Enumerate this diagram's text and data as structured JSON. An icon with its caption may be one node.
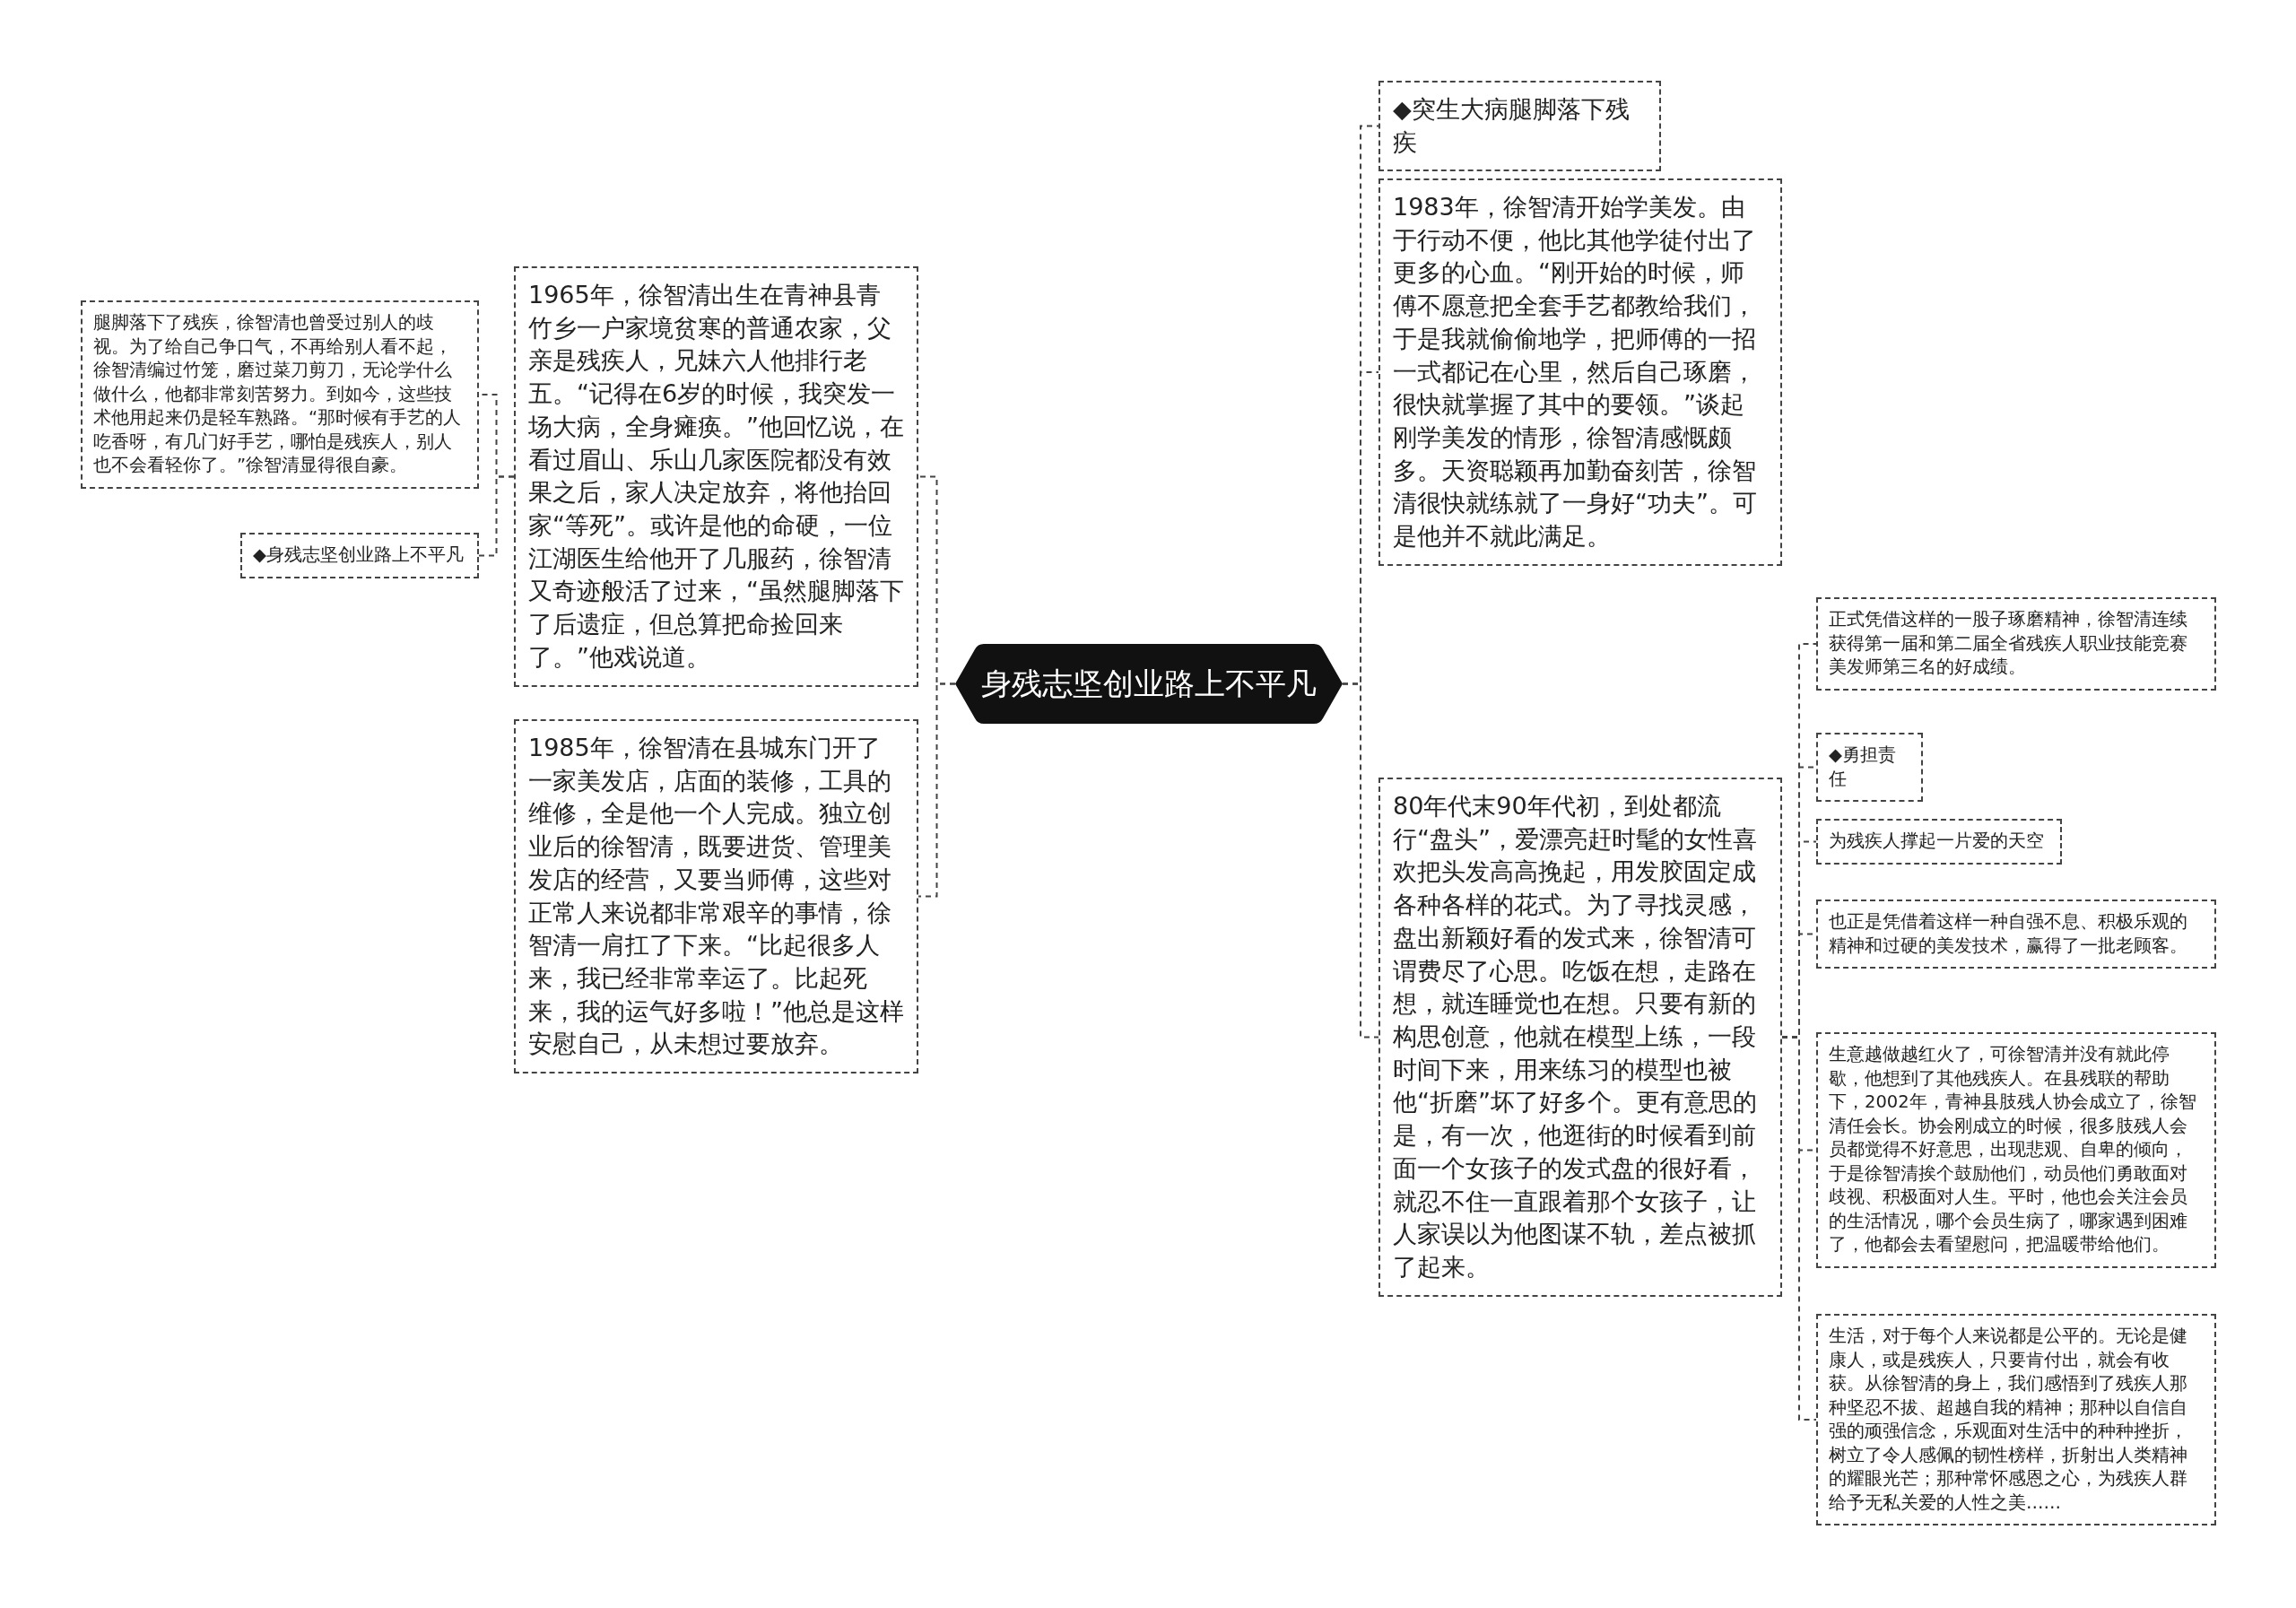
{
  "diagram": {
    "nodes": [
      {
        "text": [
          "身残志坚创业路上不平凡"
        ]
      },
      {
        "text": [
          "1965年，徐智清出生在青神县青竹乡一户家境贫寒的普通农家，父亲是残疾人，兄妹六人他排行老五。“记得在6岁的时候，我突发一场大病，全身瘫痪。”他回忆说，在看过眉山、乐山几家医院都没有效果之后，家人决定放弃，将他抬回家“等死”。或许是他的命硬，一位江湖医生给他开了几服药，徐智清又奇迹般活了过来，“虽然腿脚落下了后遗症，但总算把命捡回来了。”他戏说道。"
        ]
      },
      {
        "text": [
          "腿脚落下了残疾，徐智清也曾受过别人的歧视。为了给自己争口气，不再给别人看不起，徐智清编过竹笼，磨过菜刀剪刀，无论学什么做什么，他都非常刻苦努力。到如今，这些技术他用起来仍是轻车熟路。“那时候有手艺的人吃香呀，有几门好手艺，哪怕是残疾人，别人也不会看轻你了。”徐智清显得很自豪。"
        ]
      },
      {
        "text": [
          "◆身残志坚创业路上不平凡"
        ]
      },
      {
        "text": [
          "1985年，徐智清在县城东门开了一家美发店，店面的装修，工具的维修，全是他一个人完成。独立创业后的徐智清，既要进货、管理美发店的经营，又要当师傅，这些对正常人来说都非常艰辛的事情，徐智清一肩扛了下来。“比起很多人来，我已经非常幸运了。比起死来，我的运气好多啦！”他总是这样安慰自己，从未想过要放弃。"
        ]
      },
      {
        "text": [
          "◆突生大病腿脚落下残疾"
        ]
      },
      {
        "text": [
          "1983年，徐智清开始学美发。由于行动不便，他比其他学徒付出了更多的心血。“刚开始的时候，师傅不愿意把全套手艺都教给我们，于是我就偷偷地学，把师傅的一招一式都记在心里，然后自己琢磨，很快就掌握了其中的要领。”谈起刚学美发的情形，徐智清感慨颇多。天资聪颖再加勤奋刻苦，徐智清很快就练就了一身好“功夫”。可是他并不就此满足。"
        ]
      },
      {
        "text": [
          "80年代末90年代初，到处都流行“盘头”，爱漂亮赶时髦的女性喜欢把头发高高挽起，用发胶固定成各种各样的花式。为了寻找灵感，盘出新颖好看的发式来，徐智清可谓费尽了心思。吃饭在想，走路在想，就连睡觉也在想。只要有新的构思创意，他就在模型上练，一段时间下来，用来练习的模型也被他“折磨”坏了好多个。更有意思的是，有一次，他逛街的时候看到前面一个女孩子的发式盘的很好看，就忍不住一直跟着那个女孩子，让人家误以为他图谋不轨，差点被抓了起来。"
        ]
      },
      {
        "text": [
          "正式凭借这样的一股子琢磨精神，徐智清连续获得第一届和第二届全省残疾人职业技能竞赛美发师第三名的好成绩。"
        ]
      },
      {
        "text": [
          "◆勇担责任"
        ]
      },
      {
        "text": [
          "为残疾人撑起一片爱的天空"
        ]
      },
      {
        "text": [
          "也正是凭借着这样一种自强不息、积极乐观的精神和过硬的美发技术，赢得了一批老顾客。"
        ]
      },
      {
        "text": [
          "生意越做越红火了，可徐智清并没有就此停歇，他想到了其他残疾人。在县残联的帮助下，2002年，青神县肢残人协会成立了，徐智清任会长。协会刚成立的时候，很多肢残人会员都觉得不好意思，出现悲观、自卑的倾向，于是徐智清挨个鼓励他们，动员他们勇敢面对歧视、积极面对人生。平时，他也会关注会员的生活情况，哪个会员生病了，哪家遇到困难了，他都会去看望慰问，把温暖带给他们。"
        ]
      },
      {
        "text": [
          "生活，对于每个人来说都是公平的。无论是健康人，或是残疾人，只要肯付出，就会有收获。从徐智清的身上，我们感悟到了残疾人那种坚忍不拔、超越自我的精神；那种以自信自强的顽强信念，乐观面对生活中的种种挫折，树立了令人感佩的韧性榜样，折射出人类精神的耀眼光芒；那种常怀感恩之心，为残疾人群给予无私关爱的人性之美……"
        ]
      }
    ],
    "edges": [
      {
        "from": 0,
        "to": 1,
        "arrow": "none"
      },
      {
        "from": 1,
        "to": 2,
        "arrow": "none"
      },
      {
        "from": 1,
        "to": 3,
        "arrow": "none"
      },
      {
        "from": 0,
        "to": 4,
        "arrow": "none"
      },
      {
        "from": 0,
        "to": 5,
        "arrow": "none"
      },
      {
        "from": 0,
        "to": 6,
        "arrow": "none"
      },
      {
        "from": 0,
        "to": 7,
        "arrow": "none"
      },
      {
        "from": 7,
        "to": 8,
        "arrow": "none"
      },
      {
        "from": 7,
        "to": 9,
        "arrow": "none"
      },
      {
        "from": 7,
        "to": 10,
        "arrow": "none"
      },
      {
        "from": 7,
        "to": 11,
        "arrow": "none"
      },
      {
        "from": 7,
        "to": 12,
        "arrow": "none"
      },
      {
        "from": 7,
        "to": 13,
        "arrow": "none"
      }
    ]
  }
}
